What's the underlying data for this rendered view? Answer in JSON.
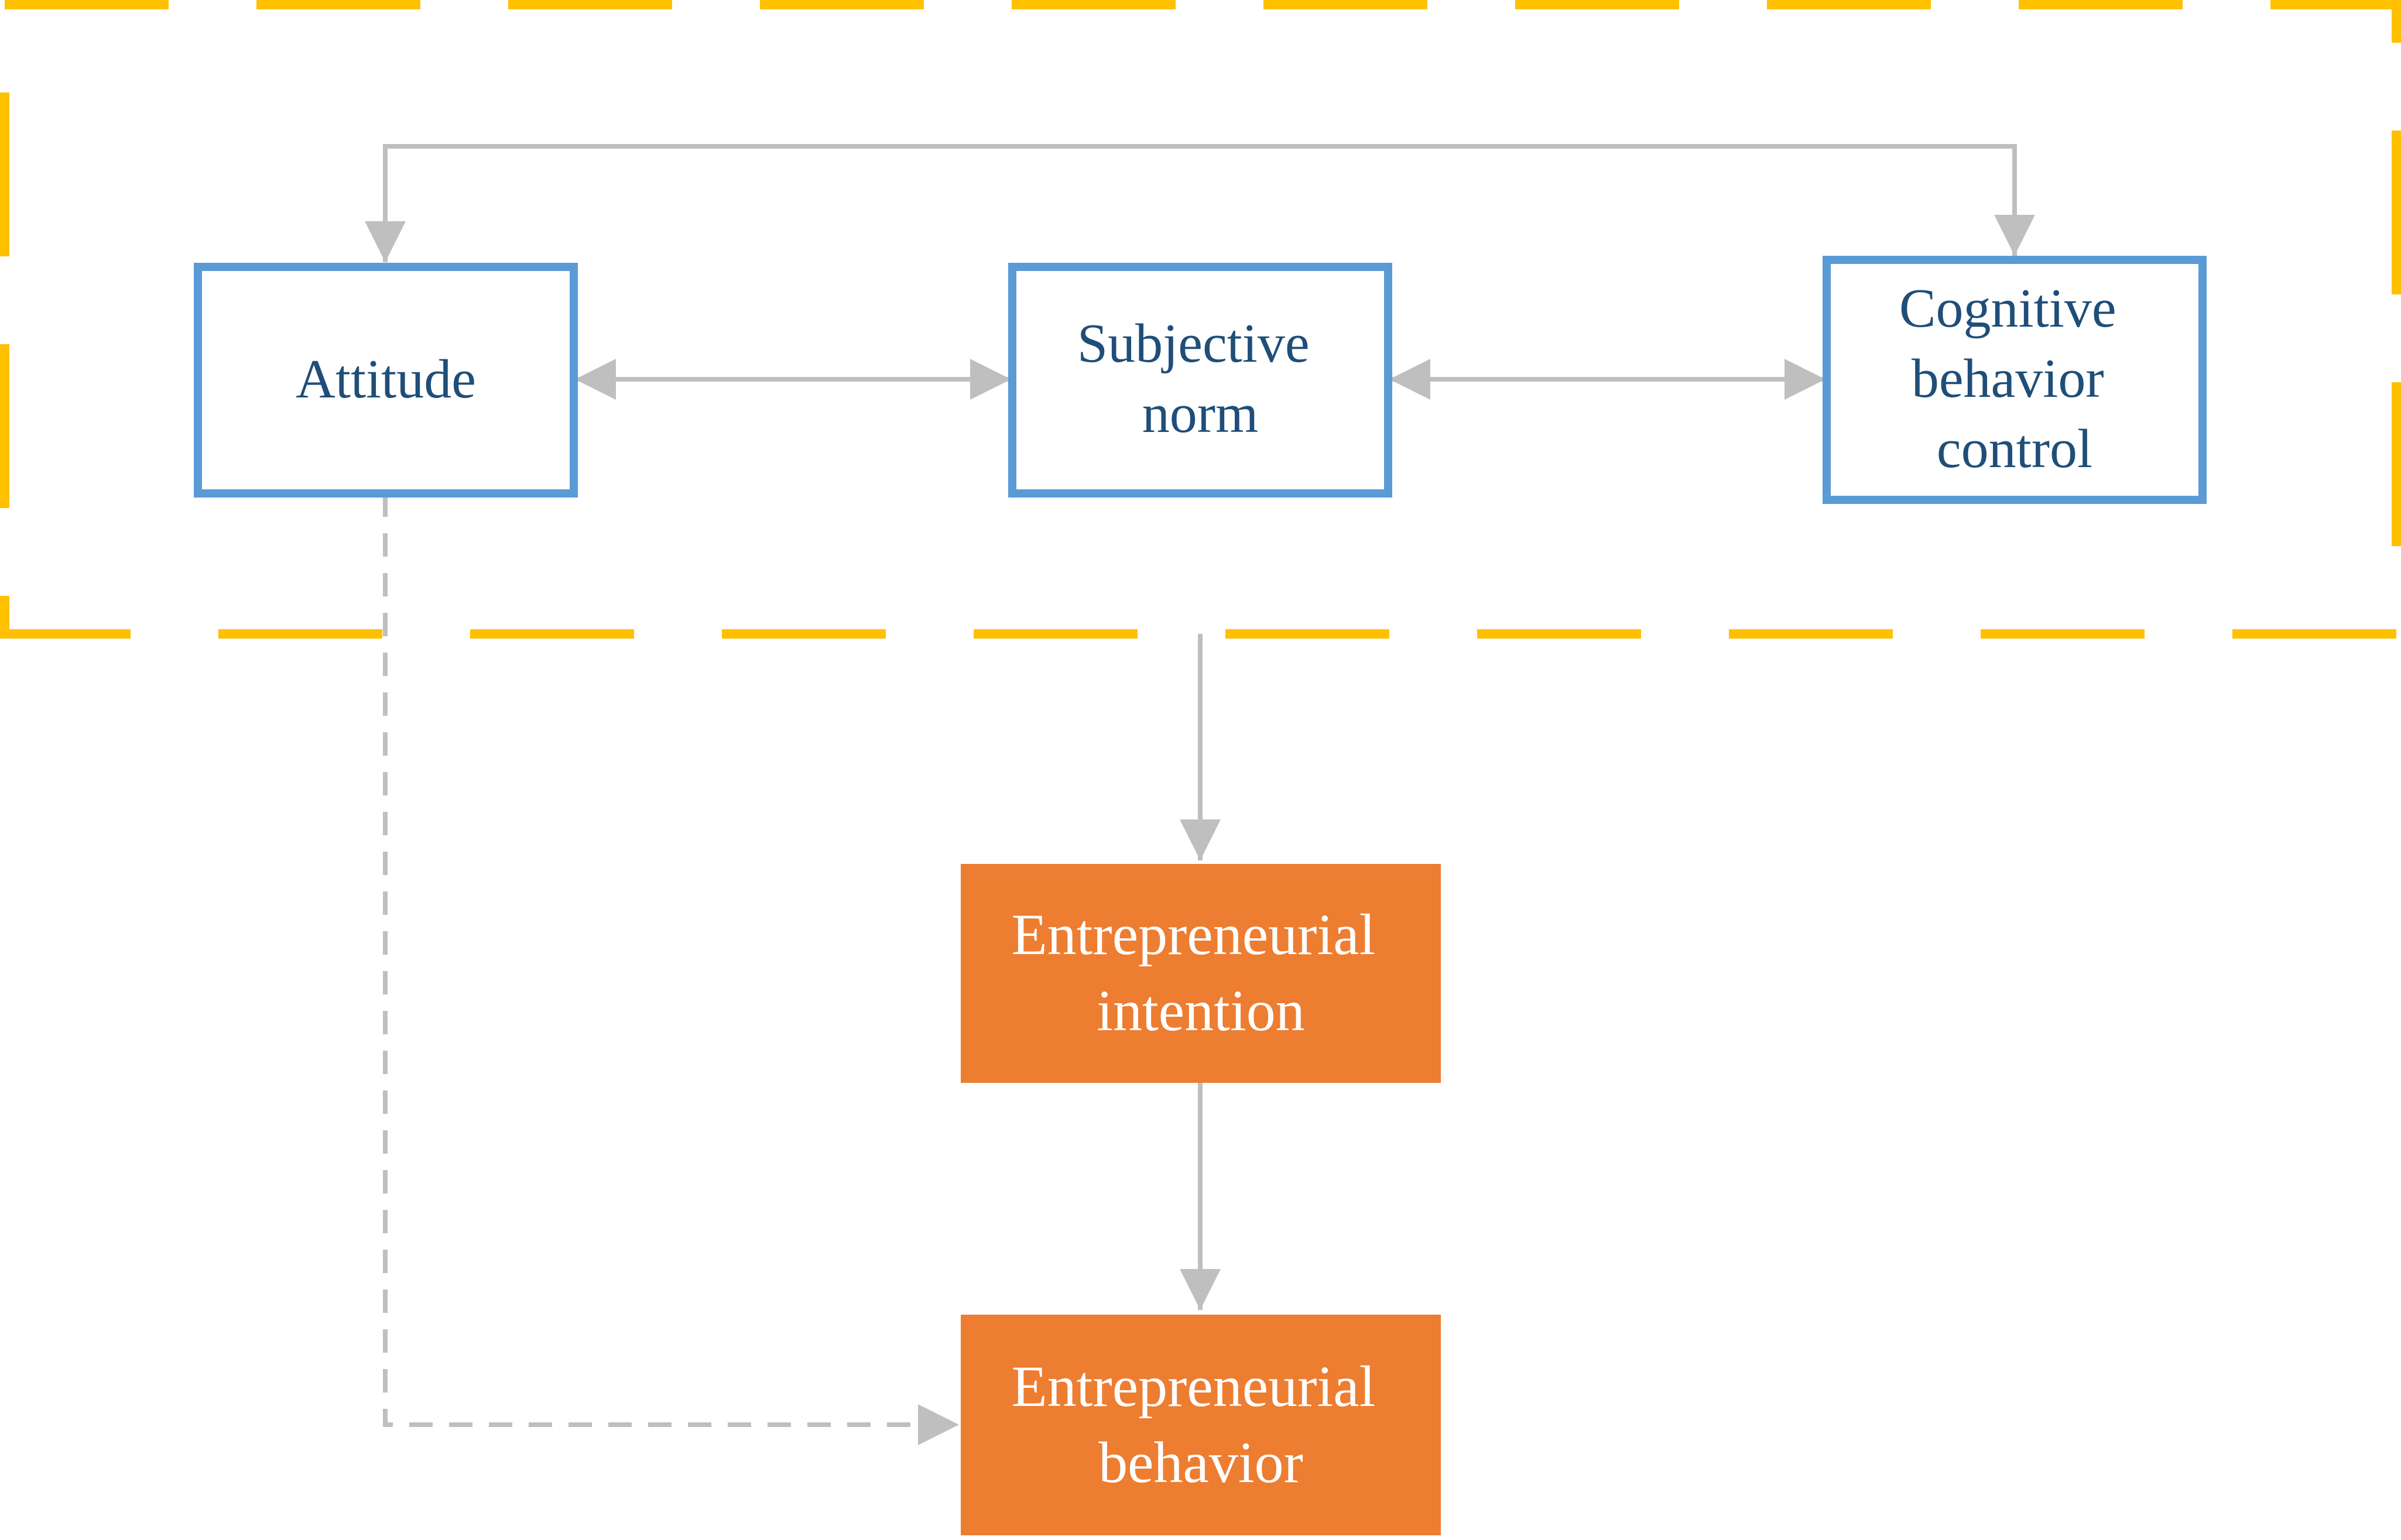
{
  "colors": {
    "group_border": "#ffc000",
    "construct_border": "#5b9bd5",
    "construct_text": "#1f4e79",
    "outcome_fill": "#ed7d31",
    "outcome_text": "#ffffff",
    "connector": "#bfbfbf"
  },
  "nodes": {
    "attitude": {
      "lines": [
        "Attitude"
      ]
    },
    "subjective_norm": {
      "lines": [
        "Subjective",
        "norm"
      ]
    },
    "cognitive_behavior_control": {
      "lines": [
        "Cognitive",
        "behavior",
        "control"
      ]
    },
    "entrepreneurial_intention": {
      "lines": [
        "Entrepreneurial",
        "intention"
      ]
    },
    "entrepreneurial_behavior": {
      "lines": [
        "Entrepreneurial",
        "behavior"
      ]
    }
  },
  "edges": [
    {
      "from": "attitude",
      "to": "cognitive_behavior_control",
      "style": "solid",
      "direction": "both"
    },
    {
      "from": "attitude",
      "to": "subjective_norm",
      "style": "solid",
      "direction": "both"
    },
    {
      "from": "subjective_norm",
      "to": "cognitive_behavior_control",
      "style": "solid",
      "direction": "both"
    },
    {
      "from": "group",
      "to": "entrepreneurial_intention",
      "style": "solid",
      "direction": "forward"
    },
    {
      "from": "entrepreneurial_intention",
      "to": "entrepreneurial_behavior",
      "style": "solid",
      "direction": "forward"
    },
    {
      "from": "attitude",
      "to": "entrepreneurial_behavior",
      "style": "dashed",
      "direction": "forward"
    }
  ]
}
